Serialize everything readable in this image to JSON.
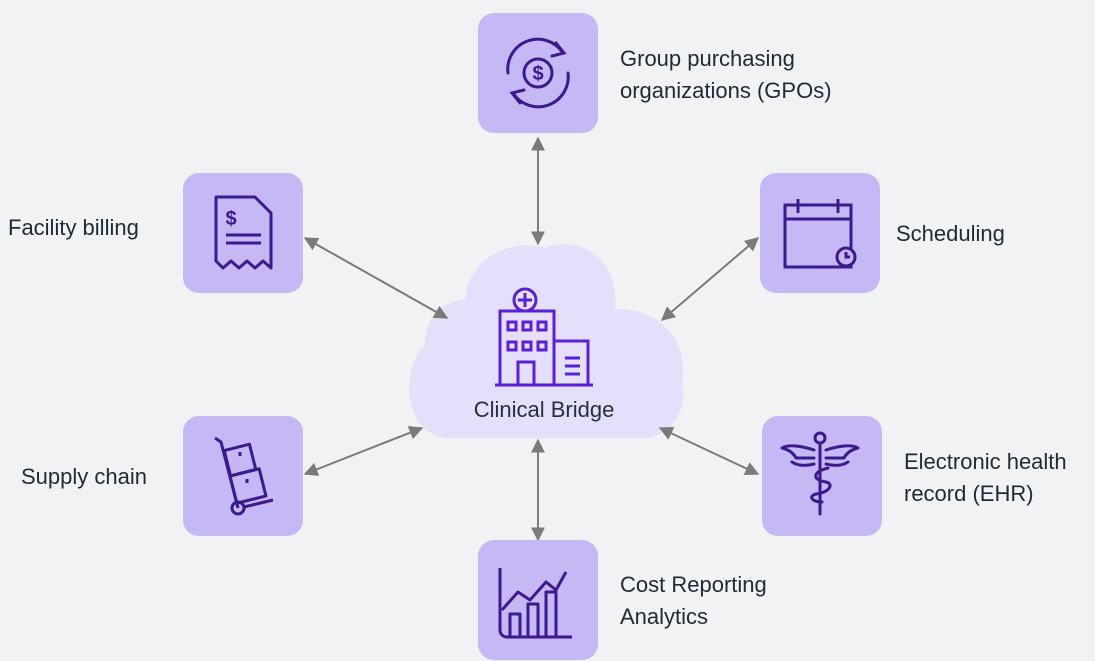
{
  "center": {
    "label": "Clinical Bridge",
    "icon": "hospital-icon"
  },
  "nodes": [
    {
      "id": "gpo",
      "label": "Group purchasing\norganizations (GPOs)",
      "icon": "dollar-cycle-icon"
    },
    {
      "id": "facility-billing",
      "label": "Facility billing",
      "icon": "invoice-icon"
    },
    {
      "id": "scheduling",
      "label": "Scheduling",
      "icon": "calendar-icon"
    },
    {
      "id": "supply-chain",
      "label": "Supply chain",
      "icon": "hand-truck-icon"
    },
    {
      "id": "ehr",
      "label": "Electronic health\nrecord (EHR)",
      "icon": "caduceus-icon"
    },
    {
      "id": "cost-reporting",
      "label": "Cost Reporting\nAnalytics",
      "icon": "bar-chart-icon"
    }
  ],
  "colors": {
    "background": "#f1f2f4",
    "box": "#c5b8f4",
    "cloud": "#e4dffa",
    "icon_stroke": "#3b1a8f",
    "center_icon": "#5a1fd6",
    "arrow": "#7a7a7a"
  }
}
